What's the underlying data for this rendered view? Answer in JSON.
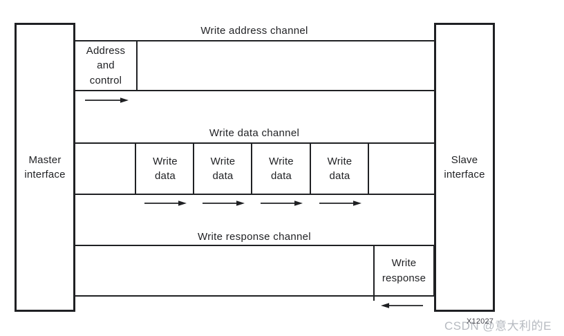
{
  "colors": {
    "line": "#1f2023",
    "watermark": "#b6bac0",
    "code": "#43434b"
  },
  "interfaces": {
    "master": "Master\ninterface",
    "slave": "Slave\ninterface"
  },
  "channels": {
    "address": {
      "label": "Write address channel",
      "payload": "Address\nand\ncontrol",
      "direction": "right"
    },
    "data": {
      "label": "Write data channel",
      "payloads": [
        "Write\ndata",
        "Write\ndata",
        "Write\ndata",
        "Write\ndata"
      ],
      "direction": "right"
    },
    "response": {
      "label": "Write response channel",
      "payload": "Write\nresponse",
      "direction": "left"
    }
  },
  "watermark": {
    "text": "CSDN @意大利的E",
    "code": "X12027"
  }
}
